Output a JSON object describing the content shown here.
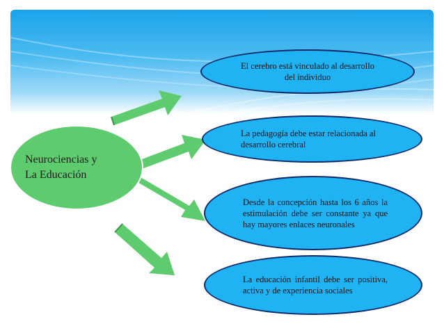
{
  "colors": {
    "header_blue": "#1aa3ea",
    "center_green": "#5ecc6e",
    "arrow_green": "#5ecc6e",
    "node_blue": "#1fb3f4",
    "node_border": "#0d2a66"
  },
  "diagram": {
    "center": {
      "label": "Neurociencias y\nLa Educación"
    },
    "nodes": [
      {
        "label": "El cerebro está vinculado al desarrollo del individuo"
      },
      {
        "label": "La pedagogía debe estar relacionada al desarrollo cerebral"
      },
      {
        "label": "Desde la concepción hasta los 6 años la estimulación debe ser constante ya que hay mayores enlaces neuronales"
      },
      {
        "label": "La educación infantil debe ser positiva, activa y de experiencia sociales"
      }
    ]
  }
}
